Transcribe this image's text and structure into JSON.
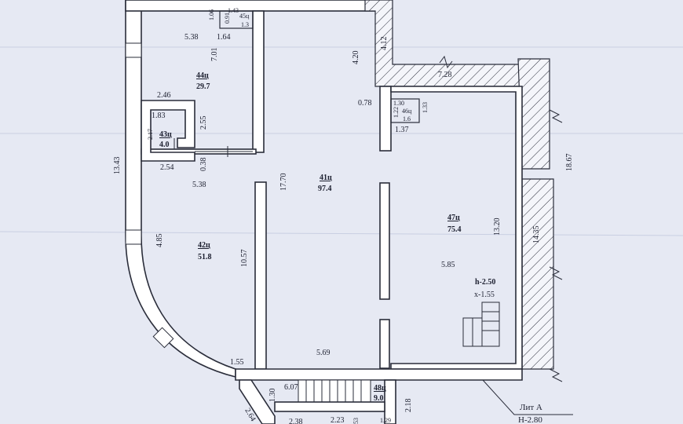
{
  "rooms": [
    {
      "code": "44ц",
      "area": "29.7"
    },
    {
      "code": "43ц",
      "area": "4.0"
    },
    {
      "code": "42ц",
      "area": "51.8"
    },
    {
      "code": "41ц",
      "area": "97.4"
    },
    {
      "code": "47ц",
      "area": "75.4"
    },
    {
      "code": "48ц",
      "area": "9.0"
    },
    {
      "code": "45ц",
      "area": "1.3"
    },
    {
      "code": "46ц",
      "area": "1.6"
    }
  ],
  "dimensions": [
    "1.06",
    "1.43",
    "0.91",
    "5.38",
    "1.64",
    "7.01",
    "4.20",
    "4.12",
    "7.28",
    "2.46",
    "1.83",
    "2.17",
    "2.55",
    "0.78",
    "1.30",
    "1.22",
    "1.33",
    "1.37",
    "13.43",
    "18.67",
    "0.38",
    "2.54",
    "5.38",
    "17.70",
    "13.20",
    "14.35",
    "4.85",
    "10.57",
    "5.85",
    "5.69",
    "1.55",
    "1.30",
    "6.07",
    "2.18",
    "2.64",
    "2.38",
    "2.23",
    "53",
    "1.29"
  ],
  "annotations": {
    "room47_height": "h-2.50",
    "room47_note": "x-1.55",
    "litera": "Лит А",
    "building_height": "Н-2.80"
  }
}
